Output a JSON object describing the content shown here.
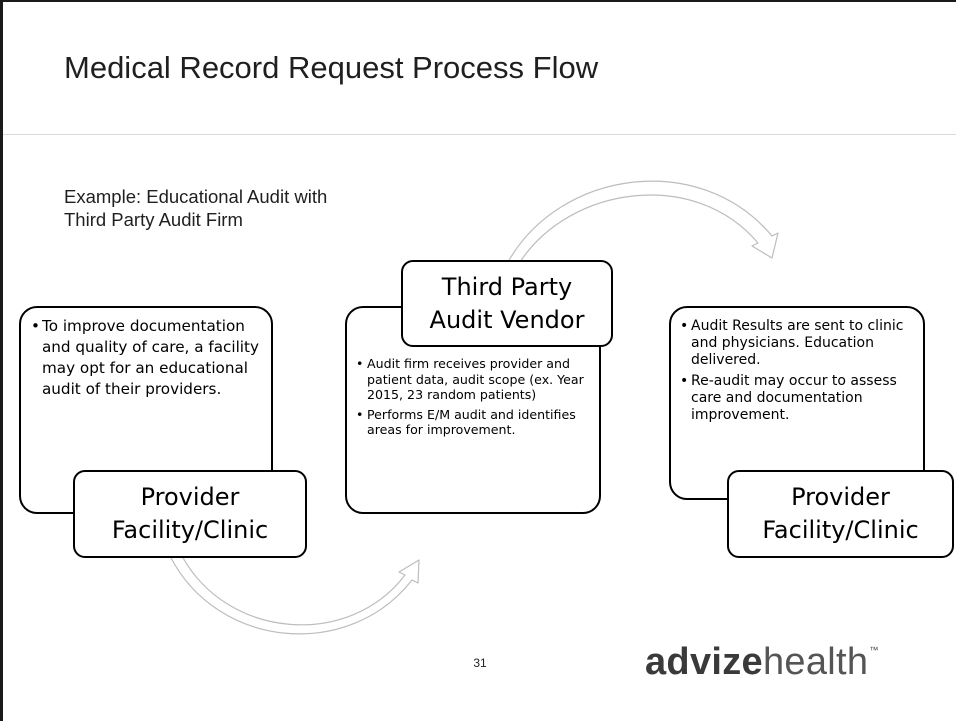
{
  "slide": {
    "title": "Medical Record Request Process Flow",
    "subtitle": "Example: Educational Audit with Third Party Audit Firm",
    "page_number": "31"
  },
  "nodes": {
    "provider_left": {
      "label": [
        "Provider",
        "Facility/Clinic"
      ],
      "bullets": [
        "To improve documentation and quality of care, a facility may opt for an educational audit of their providers."
      ]
    },
    "vendor": {
      "label": [
        "Third Party",
        "Audit Vendor"
      ],
      "bullets": [
        "Audit firm receives provider and patient data, audit scope (ex. Year 2015, 23 random patients)",
        "Performs E/M audit and identifies areas for improvement."
      ]
    },
    "provider_right": {
      "label": [
        "Provider",
        "Facility/Clinic"
      ],
      "bullets": [
        "Audit Results are sent to clinic and physicians. Education delivered.",
        "Re-audit may occur to assess care and documentation improvement."
      ]
    }
  },
  "logo": {
    "part_bold": "advize",
    "part_light": "health",
    "mark": "™"
  }
}
